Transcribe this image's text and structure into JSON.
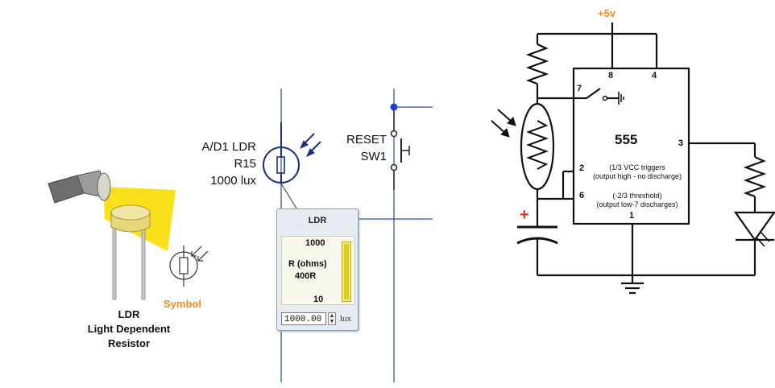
{
  "ldr_illustration": {
    "title_lines": [
      "LDR",
      "Light Dependent",
      "Resistor"
    ],
    "symbol_label": "Symbol",
    "colors": {
      "light": "#f9e01b",
      "label_accent": "#f28c1c"
    }
  },
  "simulator": {
    "component_label_lines": [
      "A/D1 LDR",
      "R15",
      "1000 lux"
    ],
    "switch_label_lines": [
      "RESET",
      "SW1"
    ],
    "panel": {
      "title": "LDR",
      "max_value": "1000",
      "resistance_label": "R (ohms)",
      "resistance_value": "400R",
      "min_value": "10",
      "level_fraction": 1.0,
      "input_value": "1000.00",
      "unit": "lux"
    },
    "colors": {
      "wire": "#2c4aa8",
      "node": "#1e3fd2"
    }
  },
  "schematic_555": {
    "supply_label": "+5v",
    "chip_label": "555",
    "pins": {
      "pin7": "7",
      "pin8": "8",
      "pin4": "4",
      "pin3": "3",
      "pin2": "2",
      "pin6": "6",
      "pin1": "1"
    },
    "pin2_note_lines": [
      "(1/3 VCC triggers",
      "(output high - no discharge)"
    ],
    "pin6_note_lines": [
      "(-2/3 threshold)",
      "(output low-7 discharges)"
    ],
    "capacitor_polarity": "+",
    "colors": {
      "polarity": "#e53222",
      "supply": "#f28c1c"
    }
  }
}
